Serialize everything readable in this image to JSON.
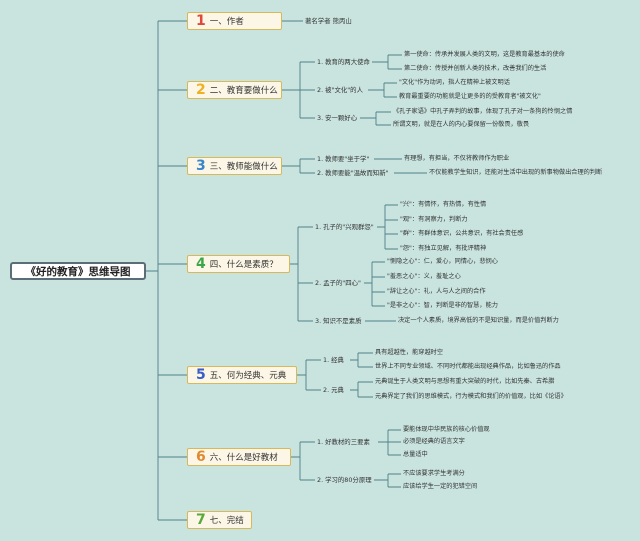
{
  "title": "《好的教育》思维导图",
  "sections": [
    {
      "num": "1",
      "label": "一、作者",
      "color": "#e0493a"
    },
    {
      "num": "2",
      "label": "二、教育要做什么",
      "color": "#f0b020"
    },
    {
      "num": "3",
      "label": "三、教师能做什么",
      "color": "#3a86c8"
    },
    {
      "num": "4",
      "label": "四、什么是素质？",
      "color": "#3aa84a"
    },
    {
      "num": "5",
      "label": "五、何为经典、元典",
      "color": "#3a5cc8"
    },
    {
      "num": "6",
      "label": "六、什么是好教材",
      "color": "#e08a30"
    },
    {
      "num": "7",
      "label": "七、完结",
      "color": "#5aa83a"
    }
  ],
  "s1": {
    "author": "著名学者 熊丙山"
  },
  "s2": {
    "sub1": "1. 教育的两大使命",
    "sub1_items": [
      "第一使命：传承并发展人类的文明，这是教育最基本的使命",
      "第二使命：传授并创新人类的技术，改善我们的生活"
    ],
    "sub2": "2. 被\"文化\"的人",
    "sub2_items": [
      "\"文化\"作为动词，指人在精神上被文明话",
      "教育最重要的功能就是让更多的的受教育者\"被文化\""
    ],
    "sub3": "3. 安一颗好心",
    "sub3_items": [
      "《孔子家语》中孔子弄判的故事，体现了孔子对一条狗的怜悯之情",
      "所谓文明，就是在人的内心要保留一份敬畏，敬畏"
    ]
  },
  "s3": {
    "sub1": "1. 教师要\"坐于学\"",
    "sub1_item": "有理想，有担当，不仅将教师作为职业",
    "sub2": "2. 教师要能\"温故而知新\"",
    "sub2_item": "不仅能教学生知识，还能对生活中出现的新事物做出合理的判断"
  },
  "s4": {
    "sub1": "1. 孔子的\"兴观群怨\"",
    "sub1_items": [
      "\"兴\"：有情怀，有热情，有性情",
      "\"观\"：有洞察力，判断力",
      "\"群\"：有群体意识，公共意识，有社会责任感",
      "\"怨\"：有独立见解，有批评精神"
    ],
    "sub2": "2. 孟子的\"四心\"",
    "sub2_items": [
      "\"恻隐之心\"：仁，爱心，同情心，悲悯心",
      "\"羞恶之心\"：义，羞耻之心",
      "\"辞让之心\"：礼，人与人之间的合作",
      "\"是非之心\"：智，判断是非的智慧，能力"
    ],
    "sub3": "3. 知识不是素质",
    "sub3_item": "决定一个人素质，境界高低的不是知识量，而是价值判断力"
  },
  "s5": {
    "sub1": "1. 经典",
    "sub1_items": [
      "具有超越性，能穿越时空",
      "世界上不同专业领域、不同时代都能出现经典作品，比如鲁迅的作品"
    ],
    "sub2": "2. 元典",
    "sub2_items": [
      "元典诞生于人类文明与思想有重大突破的时代，比如先秦、古希腊",
      "元典界定了我们的思维模式，行为模式和我们的价值观，比如《论语》"
    ]
  },
  "s6": {
    "sub1": "1. 好教材的三要素",
    "sub1_items": [
      "要能体现中华民族的核心价值观",
      "必须是经典的语言文字",
      "总量适中"
    ],
    "sub2": "2. 学习的80分原理",
    "sub2_items": [
      "不应该要求学生考满分",
      "应该给学生一定的犯错空间"
    ]
  }
}
